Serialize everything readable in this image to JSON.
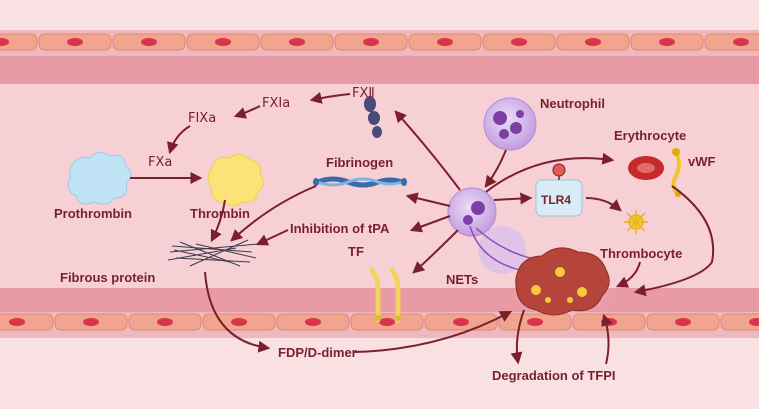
{
  "labels": {
    "fxii": "FXⅡ",
    "fxia": "FXⅠa",
    "fixa": "FⅠXa",
    "fxa": "FXa",
    "prothrombin": "Prothrombin",
    "thrombin": "Thrombin",
    "fibrinogen": "Fibrinogen",
    "inhibition_tpa": "Inhibition of tPA",
    "fibrous_protein": "Fibrous protein",
    "tf": "TF",
    "nets": "NETs",
    "neutrophil": "Neutrophil",
    "tlr4": "TLR4",
    "erythrocyte": "Erythrocyte",
    "vwf": "vWF",
    "thrombocyte": "Thrombocyte",
    "fdp": "FDP/D-dimer",
    "degradation": "Degradation of TFPI"
  },
  "colors": {
    "background": "#f6d6da",
    "vessel_wall": "#e8a1aa",
    "cell_fill": "#f2a58e",
    "cell_nucleus": "#d8344b",
    "arrow": "#7a1f2b",
    "neutrophil": "#c9a6e6",
    "thrombus": "#b5453b"
  },
  "icons": {
    "prothrombin": "prothrombin-blob-icon",
    "thrombin": "thrombin-blob-icon",
    "fxii": "fxii-beads-icon",
    "fibrinogen": "fibrinogen-strand-icon",
    "neutrophil": "neutrophil-cell-icon",
    "tlr4": "tlr4-receptor-icon",
    "erythrocyte": "erythrocyte-icon",
    "vwf": "vwf-molecule-icon",
    "thrombocyte": "thrombocyte-icon",
    "tf": "tf-receptor-icon",
    "fibrous_protein": "fibrin-mesh-icon",
    "thrombus": "thrombus-icon"
  }
}
